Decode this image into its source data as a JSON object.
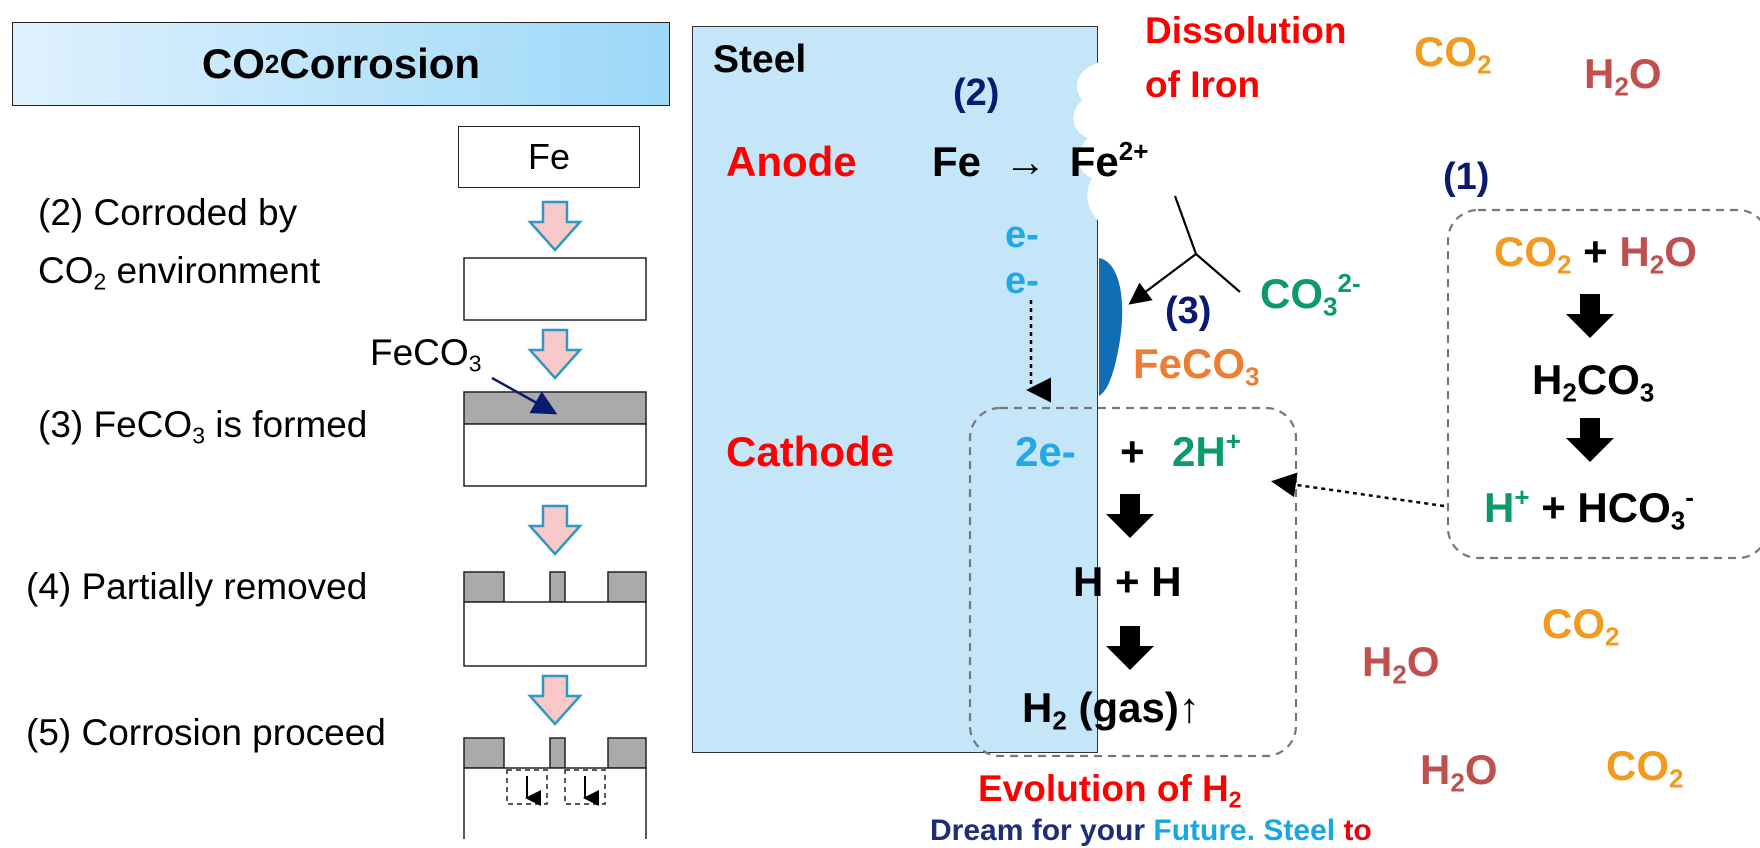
{
  "title": {
    "main": "CO",
    "sub": "2",
    "rest": " Corrosion"
  },
  "left_steps": {
    "fe_box": "Fe",
    "step2_line1": "(2) Corroded by",
    "step2_line2_main": "CO",
    "step2_line2_sub": "2",
    "step2_line2_rest": " environment",
    "feco3_label_main": "FeCO",
    "feco3_label_sub": "3",
    "step3_prefix": "(3) FeCO",
    "step3_sub": "3",
    "step3_rest": " is formed",
    "step4": "(4) Partially removed",
    "step5": "(5) Corrosion proceed"
  },
  "center": {
    "steel_label": "Steel",
    "label_2": "(2)",
    "dissolution_line1": "Dissolution",
    "dissolution_line2": "of Iron",
    "anode_label": "Anode",
    "anode_fe": "Fe",
    "anode_arrow": "→",
    "anode_fe2": "Fe",
    "anode_fe2_sup": "2+",
    "electron1": "e-",
    "electron2": "e-",
    "label_3": "(3)",
    "co3_main": "CO",
    "co3_sub": "3",
    "co3_sup": "2-",
    "feco3_main": "FeCO",
    "feco3_sub": "3",
    "cathode_label": "Cathode",
    "two_e": "2e-",
    "plus": "+",
    "two_h": "2H",
    "two_h_sup": "+",
    "h_plus_h": "H + H",
    "h2_main": "H",
    "h2_sub": "2",
    "h2_rest": " (gas)",
    "up_arrow": "↑",
    "evolution_main": "Evolution of H",
    "evolution_sub": "2"
  },
  "right": {
    "co2_a": {
      "main": "CO",
      "sub": "2"
    },
    "h2o_a": {
      "main": "H",
      "sub": "2",
      "rest": "O"
    },
    "label_1": "(1)",
    "rxn1": {
      "co": "CO",
      "co_sub": "2",
      "plus": " + ",
      "h": "H",
      "h_sub": "2",
      "o": "O"
    },
    "h2co3": {
      "h": "H",
      "h_sub": "2",
      "co": "CO",
      "co_sub": "3"
    },
    "rxn3": {
      "h": "H",
      "h_sup": "+",
      "rest": " + HCO",
      "rest_sub": "3",
      "rest_sup": "-"
    },
    "co2_b": {
      "main": "CO",
      "sub": "2"
    },
    "h2o_b": {
      "main": "H",
      "sub": "2",
      "rest": "O"
    },
    "h2o_c": {
      "main": "H",
      "sub": "2",
      "rest": "O"
    },
    "co2_c": {
      "main": "CO",
      "sub": "2"
    }
  },
  "watermark": {
    "p1": "Dream for your ",
    "p2": "Future. ",
    "p3": "Steel",
    "p4": " to"
  },
  "colors": {
    "red": "#ff0000",
    "orange": "#f39a1e",
    "brick": "#c0504d",
    "navy": "#0a1a6e",
    "teal": "#0a9a6e",
    "cyan": "#21a8e6",
    "feco3_orange": "#ed7d31",
    "film": "#0f6eb4",
    "steel": "#c5e6f8",
    "scale_gray": "#aaaaaa",
    "arrow_fill": "#f9c8c8",
    "arrow_stroke": "#2f97c4"
  }
}
